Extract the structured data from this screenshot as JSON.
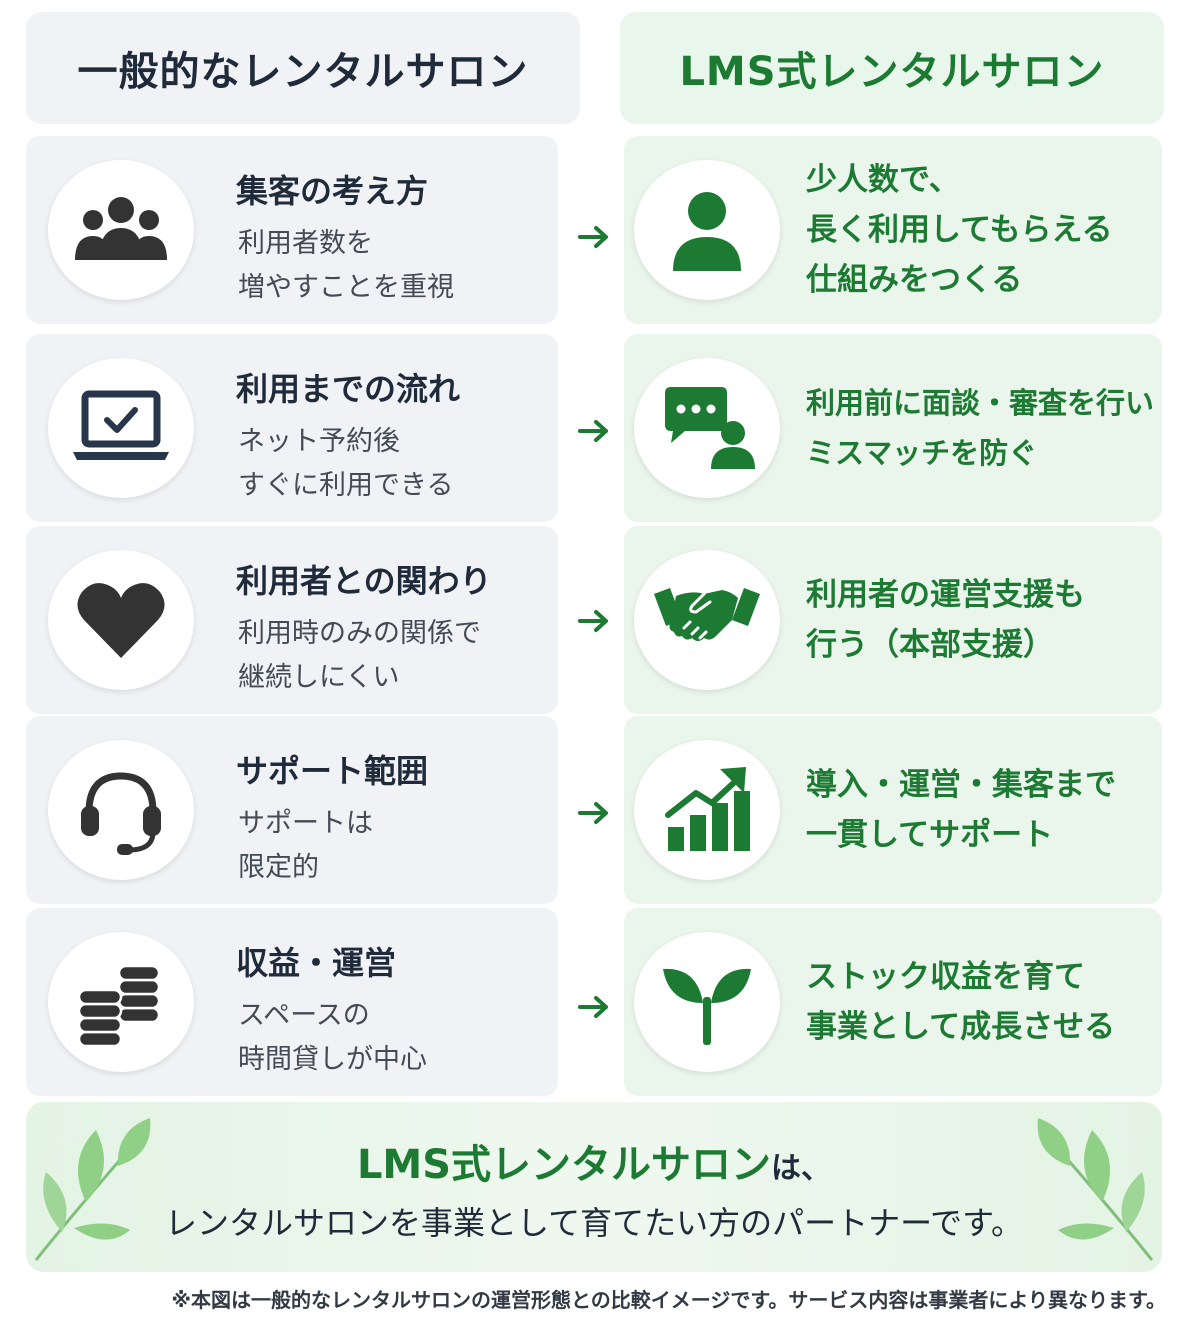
{
  "header": {
    "left_title": "一般的なレンタルサロン",
    "right_title": "LMS式レンタルサロン"
  },
  "rows": [
    {
      "left_icon": "people-group-icon",
      "left_title": "集客の考え方",
      "left_desc": [
        "利用者数を",
        "増やすことを重視"
      ],
      "right_icon": "person-icon",
      "right_text": [
        "少人数で、",
        "長く利用してもらえる",
        "仕組みをつくる"
      ]
    },
    {
      "left_icon": "laptop-check-icon",
      "left_title": "利用までの流れ",
      "left_desc": [
        "ネット予約後",
        "すぐに利用できる"
      ],
      "right_icon": "chat-person-icon",
      "right_text": [
        "利用前に面談・審査を行い",
        "ミスマッチを防ぐ"
      ]
    },
    {
      "left_icon": "heart-icon",
      "left_title": "利用者との関わり",
      "left_desc": [
        "利用時のみの関係で",
        "継続しにくい"
      ],
      "right_icon": "handshake-icon",
      "right_text": [
        "利用者の運営支援も",
        "行う（本部支援）"
      ]
    },
    {
      "left_icon": "headset-icon",
      "left_title": "サポート範囲",
      "left_desc": [
        "サポートは",
        "限定的"
      ],
      "right_icon": "growth-chart-icon",
      "right_text": [
        "導入・運営・集客まで",
        "一貫してサポート"
      ]
    },
    {
      "left_icon": "coins-stack-icon",
      "left_title": "収益・運営",
      "left_desc": [
        "スペースの",
        "時間貸しが中心"
      ],
      "right_icon": "sprout-icon",
      "right_text": [
        "ストック収益を育て",
        "事業として成長させる"
      ]
    }
  ],
  "banner": {
    "brand": "LMS式レンタルサロン",
    "particle": "は、",
    "line2": "レンタルサロンを事業として育てたい方のパートナーです。"
  },
  "footnote": "※本図は一般的なレンタルサロンの運営形態との比較イメージです。サービス内容は事業者により異なります。",
  "colors": {
    "green": "#1c7a33",
    "dark": "#1f2b3a",
    "icon_dark": "#333333",
    "left_bg": "#f1f2f5",
    "right_bg": "#eaf6ec"
  }
}
